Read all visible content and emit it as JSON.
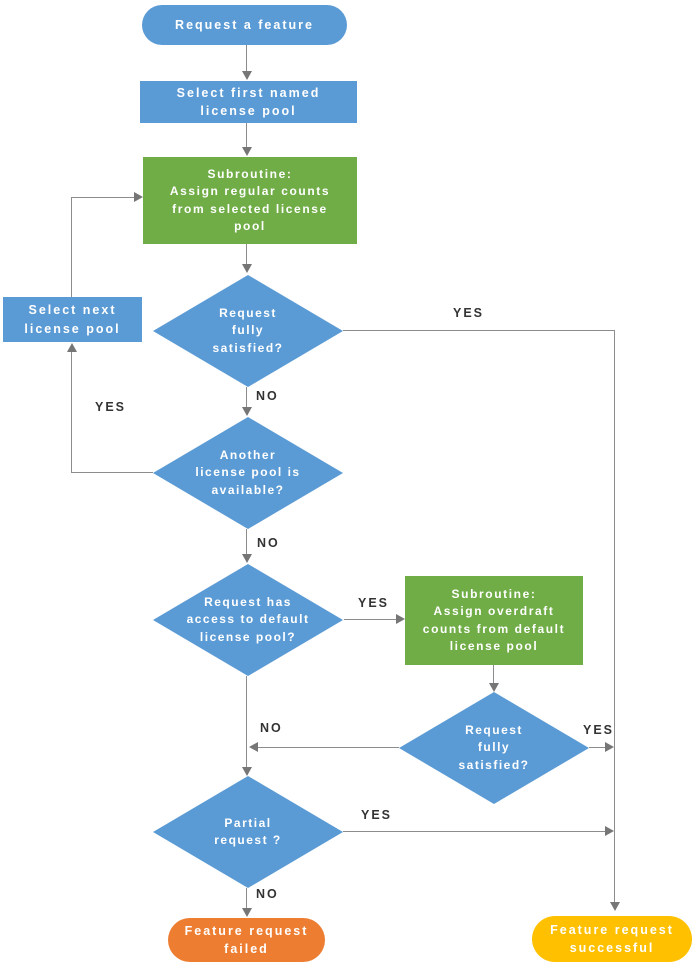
{
  "flowchart": {
    "nodes": {
      "request_feature": "Request a feature",
      "select_first_pool": "Select first named\nlicense pool",
      "subroutine_regular": "Subroutine:\nAssign regular counts\nfrom selected license\npool",
      "request_satisfied_1": "Request\nfully\nsatisfied?",
      "select_next_pool": "Select next\nlicense pool",
      "another_pool_available": "Another\nlicense pool is\navailable?",
      "access_default_pool": "Request has\naccess to default\nlicense pool?",
      "subroutine_overdraft": "Subroutine:\nAssign overdraft\ncounts from default\nlicense pool",
      "request_satisfied_2": "Request\nfully\nsatisfied?",
      "partial_request": "Partial\nrequest ?",
      "feature_failed": "Feature request\nfailed",
      "feature_successful": "Feature request\nsuccessful"
    },
    "edge_labels": {
      "satisfied1_yes": "YES",
      "satisfied1_no": "NO",
      "another_yes": "YES",
      "another_no": "NO",
      "access_default_yes": "YES",
      "junction_no": "NO",
      "satisfied2_yes": "YES",
      "partial_yes": "YES",
      "partial_no": "NO"
    },
    "colors": {
      "process_blue": "#5B9BD5",
      "subroutine_green": "#70AD47",
      "fail_orange": "#ED7D31",
      "success_yellow": "#FFC000",
      "connector_gray": "#8C8C8C",
      "edge_label_text": "#333333",
      "shape_text": "#FFFFFF"
    }
  }
}
